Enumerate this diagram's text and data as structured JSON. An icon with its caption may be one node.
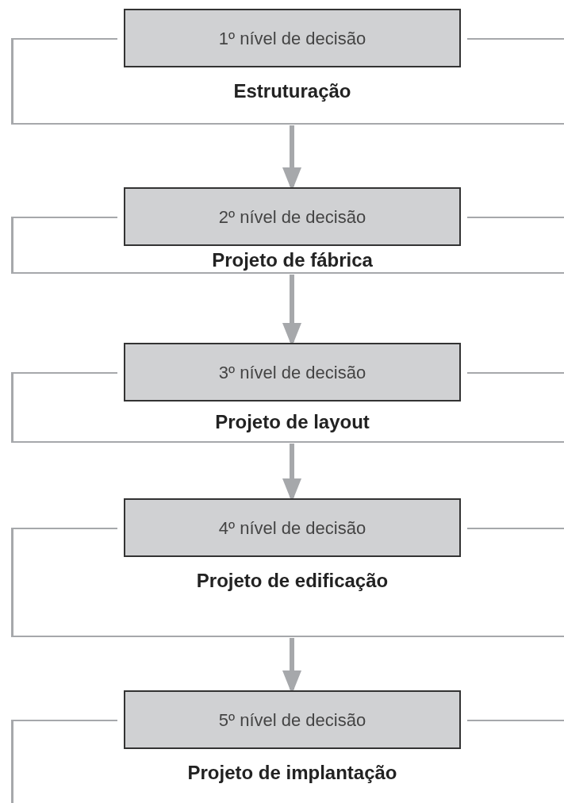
{
  "diagram": {
    "nodes": [
      {
        "text": [
          "Estruturação"
        ]
      },
      {
        "text": [
          "1º nível de decisão"
        ],
        "in": 0
      },
      {
        "text": [
          "Projeto de fábrica"
        ]
      },
      {
        "text": [
          "2º nível de decisão"
        ],
        "in": 2
      },
      {
        "text": [
          "Projeto de layout"
        ]
      },
      {
        "text": [
          "3º nível de decisão"
        ],
        "in": 4
      },
      {
        "text": [
          "Projeto de edificação"
        ]
      },
      {
        "text": [
          "4º nível de decisão"
        ],
        "in": 6
      },
      {
        "text": [
          "Projeto de implantação"
        ]
      },
      {
        "text": [
          "5º nível de decisão"
        ],
        "in": 8
      }
    ],
    "edges": [
      {
        "from": 0,
        "to": 2,
        "arrow": "to"
      },
      {
        "from": 2,
        "to": 4,
        "arrow": "to"
      },
      {
        "from": 4,
        "to": 6,
        "arrow": "to"
      },
      {
        "from": 6,
        "to": 8,
        "arrow": "to"
      }
    ]
  }
}
